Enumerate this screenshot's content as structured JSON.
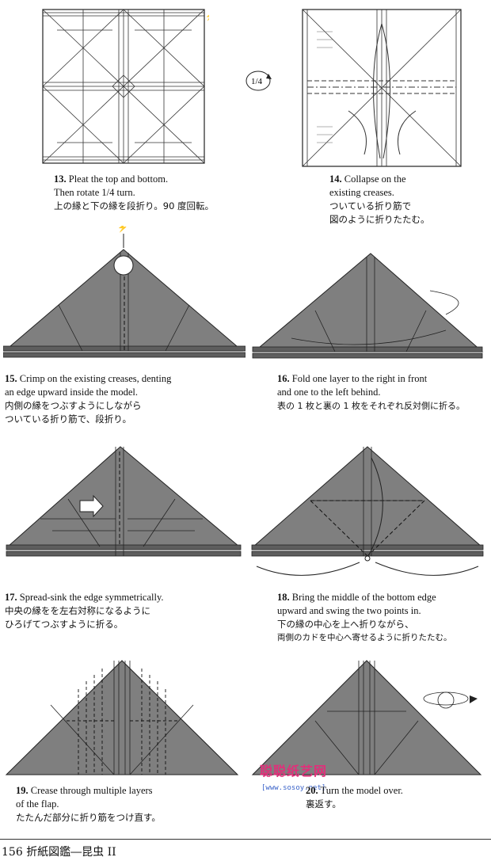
{
  "steps": [
    {
      "num": "13.",
      "en": [
        "Pleat the top and bottom.",
        "Then rotate 1/4 turn."
      ],
      "jp": [
        "上の縁と下の縁を段折り。90 度回転。"
      ]
    },
    {
      "num": "14.",
      "en": [
        "Collapse on the",
        "existing creases."
      ],
      "jp": [
        "ついている折り筋で",
        "図のように折りたたむ。"
      ]
    },
    {
      "num": "15.",
      "en": [
        "Crimp on the existing creases, denting",
        "an edge upward inside the model."
      ],
      "jp": [
        "内側の縁をつぶすようにしながら",
        "ついている折り筋で、段折り。"
      ]
    },
    {
      "num": "16.",
      "en": [
        "Fold one layer to the right in front",
        "and one to the left behind."
      ],
      "jp": [
        "表の 1 枚と裏の 1 枚をそれぞれ反対側に折る。"
      ]
    },
    {
      "num": "17.",
      "en": [
        "Spread-sink the edge symmetrically."
      ],
      "jp": [
        "中央の縁をを左右対称になるように",
        "ひろげてつぶすように折る。"
      ]
    },
    {
      "num": "18.",
      "en": [
        "Bring the middle of the bottom edge",
        "upward and swing the two points in."
      ],
      "jp": [
        "下の縁の中心を上へ折りながら、",
        "両側のカドを中心へ寄せるように折りたたむ。"
      ]
    },
    {
      "num": "19.",
      "en": [
        "Crease through multiple layers",
        "of the flap."
      ],
      "jp": [
        "たたんだ部分に折り筋をつけ直す。"
      ]
    },
    {
      "num": "20.",
      "en": [
        "Turn the model over."
      ],
      "jp": [
        "裏返す。"
      ]
    }
  ],
  "rotation_label": "1/4",
  "footer": {
    "page": "156",
    "title": "折紙図鑑―昆虫 II"
  },
  "watermark": {
    "logo": "聪聪纸艺网",
    "url": "[www.sosoy.net]"
  },
  "colors": {
    "paper": "#7f7f7f",
    "paper_dark": "#5e5e5e",
    "line": "#222222"
  }
}
